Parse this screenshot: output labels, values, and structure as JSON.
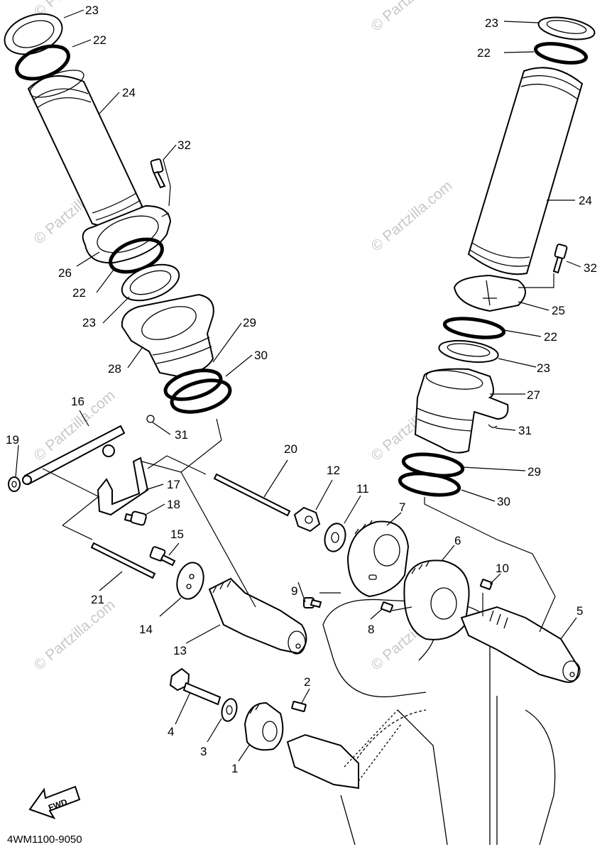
{
  "watermark": "© Partzilla.com",
  "diagram_code": "4WM1100-9050",
  "direction_label": "FWD",
  "callouts": {
    "c1": "1",
    "c2": "2",
    "c3": "3",
    "c4": "4",
    "c5": "5",
    "c6": "6",
    "c7": "7",
    "c8": "8",
    "c9": "9",
    "c10": "10",
    "c11": "11",
    "c12": "12",
    "c13": "13",
    "c14": "14",
    "c15": "15",
    "c16": "16",
    "c17": "17",
    "c18": "18",
    "c19": "19",
    "c20": "20",
    "c21": "21",
    "c22a": "22",
    "c22b": "22",
    "c22c": "22",
    "c22d": "22",
    "c23a": "23",
    "c23b": "23",
    "c23c": "23",
    "c23d": "23",
    "c24a": "24",
    "c24b": "24",
    "c25": "25",
    "c26": "26",
    "c27": "27",
    "c28": "28",
    "c29a": "29",
    "c29b": "29",
    "c30a": "30",
    "c30b": "30",
    "c31a": "31",
    "c31b": "31",
    "c32a": "32",
    "c32b": "32"
  }
}
